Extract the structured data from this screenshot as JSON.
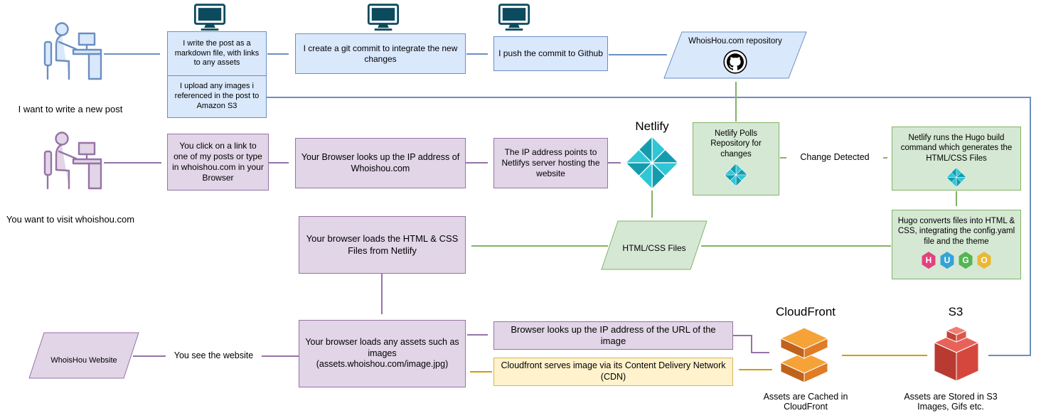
{
  "colors": {
    "author_accent": "#6c8ebf",
    "author_fill": "#dae8fc",
    "visitor_accent": "#9673a6",
    "visitor_fill": "#e1d5e7",
    "build_accent": "#82b366",
    "build_fill": "#d5e8d4",
    "cdn_accent": "#d79b00",
    "cdn_fill": "#fff2cc"
  },
  "author_flow": {
    "actor_caption": "I want to write a new post",
    "write_post": "I write the post as a markdown file, with links to any assets",
    "upload_images": "I upload any images i referenced in the post to Amazon S3",
    "git_commit": "I create a git commit to integrate the new changes",
    "push_commit": "I push the commit to Github",
    "repository": "WhoisHou.com repository"
  },
  "visitor_flow": {
    "actor_caption": "You want to visit whoishou.com",
    "click_link": "You click on a link to one of my posts or type in whoishou.com in your Browser",
    "dns_lookup": "Your Browser looks up the IP address of Whoishou.com",
    "ip_points": "The IP address points to Netlifys server hosting the website",
    "netlify_title": "Netlify"
  },
  "build_flow": {
    "polls_repo": "Netlify Polls Repository for changes",
    "change_detected": "Change Detected",
    "runs_build": "Netlify runs the Hugo build command which generates the HTML/CSS Files",
    "hugo_converts": "Hugo converts files into HTML & CSS, integrating the config.yaml file and the theme",
    "html_css_files": "HTML/CSS Files",
    "browser_loads_html": "Your browser loads the HTML & CSS Files from Netlify"
  },
  "hugo_logo": {
    "letters": [
      "H",
      "U",
      "G",
      "O"
    ],
    "letter_colors": [
      "#e2427e",
      "#35a3d7",
      "#53b553",
      "#eab834"
    ]
  },
  "asset_flow": {
    "browser_loads_assets": "Your browser loads any assets such as images (assets.whoishou.com/image.jpg)",
    "browser_ip_image": "Browser looks up the IP address of the URL of the image",
    "cloudfront_serves": "Cloudfront serves image via its Content Delivery Network (CDN)",
    "cloudfront_title": "CloudFront",
    "s3_title": "S3",
    "cloudfront_caption": "Assets are Cached in CloudFront",
    "s3_caption": "Assets are Stored in S3 Images, Gifs etc.",
    "see_website": "You see the website",
    "website": "WhoisHou Website"
  }
}
